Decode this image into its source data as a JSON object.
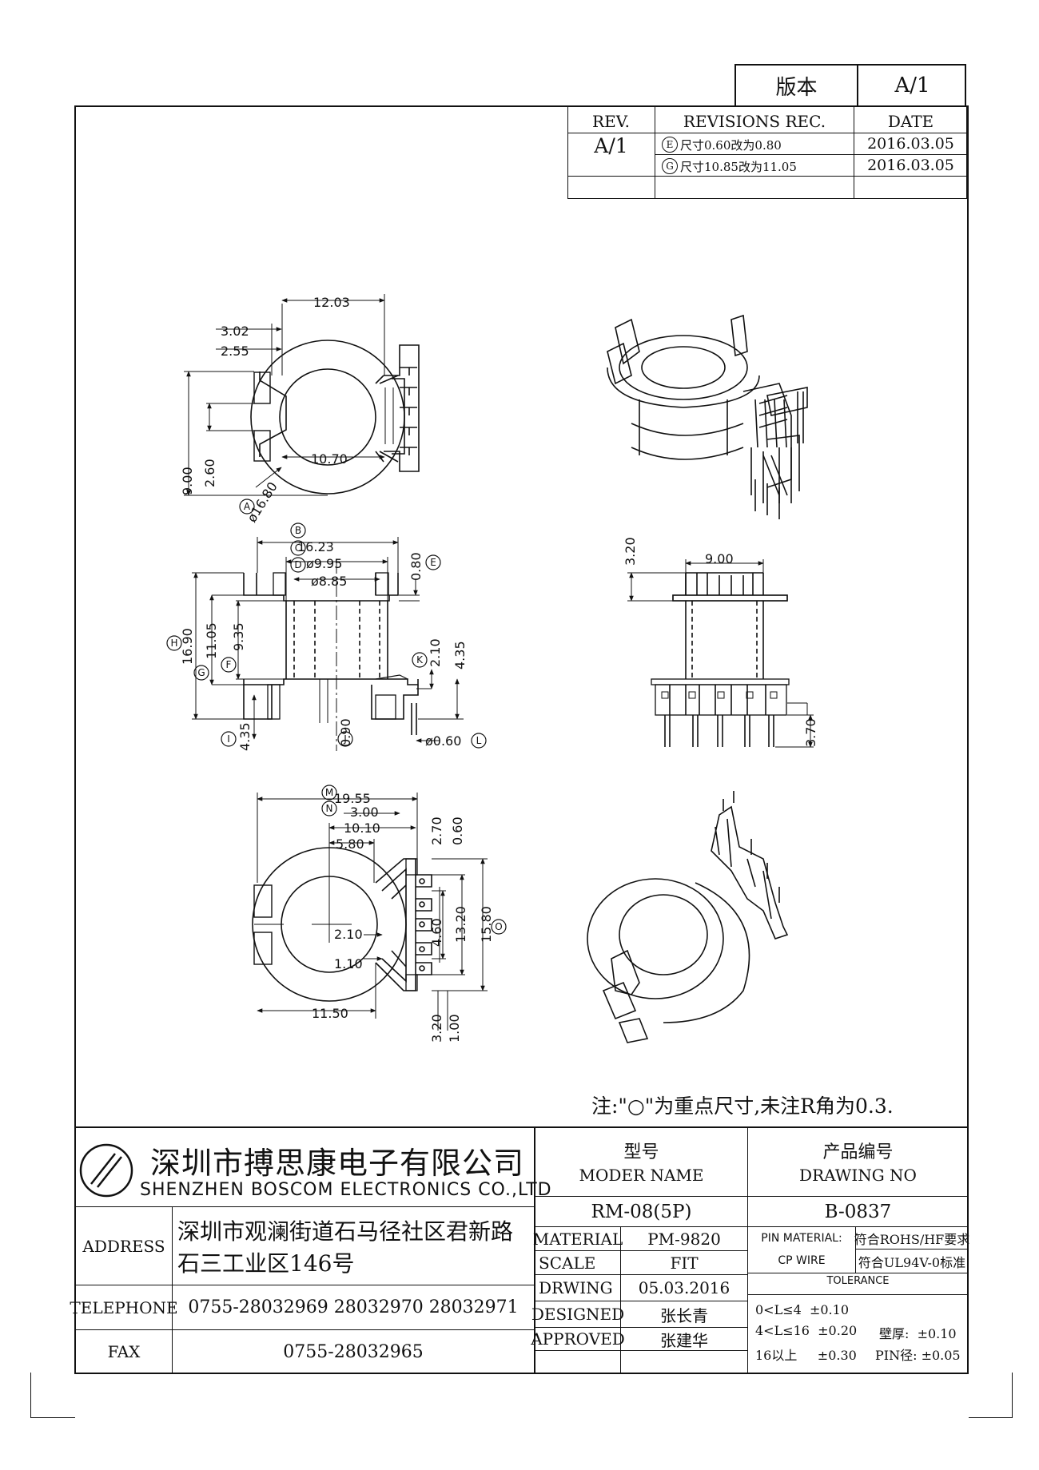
{
  "version_box": {
    "label": "版本",
    "value": "A/1"
  },
  "revisions": {
    "headers": [
      "REV.",
      "REVISIONS REC.",
      "DATE"
    ],
    "rows": [
      {
        "rev": "A/1",
        "mark": "E",
        "text": "尺寸0.60改为0.80",
        "date": "2016.03.05"
      },
      {
        "rev": "",
        "mark": "G",
        "text": "尺寸10.85改为11.05",
        "date": "2016.03.05"
      }
    ]
  },
  "drawing": {
    "top_view": {
      "d1": "12.03",
      "d2": "3.02",
      "d3": "2.55",
      "d4": "10.70",
      "d5": "9.00",
      "d6": "2.60",
      "d7": "ø16.80",
      "mark_a": "A"
    },
    "side_view": {
      "d1": "16.23",
      "d2": "ø9.95",
      "d3": "ø8.85",
      "d4": "0.80",
      "d5": "16.90",
      "d6": "11.05",
      "d7": "9.35",
      "d8": "2.10",
      "d9": "4.35",
      "d10": "4.35",
      "d11": "0.90",
      "d12": "ø0.60",
      "marks": {
        "b": "B",
        "c": "C",
        "d": "D",
        "e": "E",
        "h": "H",
        "g": "G",
        "f": "F",
        "k": "K",
        "i": "I",
        "j": "J",
        "l": "L"
      }
    },
    "front_view": {
      "d1": "9.00",
      "d2": "3.20",
      "d3": "3.70"
    },
    "bottom_view": {
      "d1": "19.55",
      "d2": "3.00",
      "d3": "10.10",
      "d4": "5.80",
      "d5": "2.70",
      "d6": "0.60",
      "d7": "2.10",
      "d8": "4.60",
      "d9": "13.20",
      "d10": "15.80",
      "d11": "1.10",
      "d12": "11.50",
      "d13": "3.20",
      "d14": "1.00",
      "marks": {
        "m": "M",
        "n": "N",
        "o": "O"
      }
    }
  },
  "note": "注:\"○\"为重点尺寸,未注R角为0.3.",
  "company": {
    "name_cn": "深圳市搏思康电子有限公司",
    "name_en": "SHENZHEN BOSCOM ELECTRONICS CO.,LTD"
  },
  "contact": {
    "address_label": "ADDRESS",
    "address_line1": "深圳市观澜街道石马径社区君新路",
    "address_line2": "石三工业区146号",
    "telephone_label": "TELEPHONE",
    "telephone": "0755-28032969 28032970 28032971",
    "fax_label": "FAX",
    "fax": "0755-28032965"
  },
  "model": {
    "label_cn": "型号",
    "label_en": "MODER NAME",
    "value": "RM-08(5P)"
  },
  "drawing_no": {
    "label_cn": "产品编号",
    "label_en": "DRAWING NO",
    "value": "B-0837"
  },
  "info_rows": [
    {
      "label": "MATERIAL",
      "value": "PM-9820"
    },
    {
      "label": "SCALE",
      "value": "FIT"
    },
    {
      "label": "DRWING",
      "value": "05.03.2016"
    },
    {
      "label": "DESIGNED",
      "value": "张长青"
    },
    {
      "label": "APPROVED",
      "value": "张建华"
    }
  ],
  "pin_material": {
    "label1": "PIN MATERIAL:",
    "label2": "CP WIRE",
    "value1": "符合ROHS/HF要求",
    "value2": "符合UL94V-0标准"
  },
  "tolerance": {
    "title": "TOLERANCE",
    "l1": "0<L≤4  ±0.10",
    "l2": "4<L≤16  ±0.20",
    "l3": "16以上     ±0.30",
    "wall": "壁厚:  ±0.10",
    "pin": "PIN径: ±0.05"
  }
}
